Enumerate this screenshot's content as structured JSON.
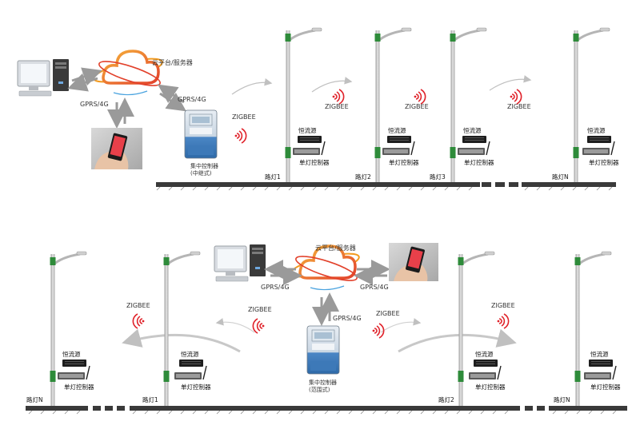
{
  "colors": {
    "ground": "#3a3a3a",
    "pole": "#c8c8c8",
    "pole_green": "#2e8b3a",
    "arrow_gray": "#8a8a8a",
    "signal_red": "#e0232b",
    "cloud_orange": "#f39a1e",
    "cloud_red": "#e2412b",
    "device_blue": "#4a86c5"
  },
  "icons": [
    "computer-icon",
    "cloud-icon",
    "phone-icon",
    "concentrator-icon",
    "zigbee-signal-icon",
    "streetlight-icon",
    "driver-box-icon"
  ],
  "top": {
    "cloud_label": "云平台/服务器",
    "link_pc_label": "GPRS/4G",
    "link_concentrator_label": "GPRS/4G",
    "concentrator_label_1": "集中控制器",
    "concentrator_label_2": "(中继式)",
    "zigbee_main_label": "ZIGBEE",
    "zigbee_labels": [
      "ZIGBEE",
      "ZIGBEE",
      "ZIGBEE"
    ],
    "poles": [
      {
        "name": "路灯1",
        "driver": "恒流源",
        "controller": "单灯控制器"
      },
      {
        "name": "路灯2",
        "driver": "恒流源",
        "controller": "单灯控制器"
      },
      {
        "name": "路灯3",
        "driver": "恒流源",
        "controller": "单灯控制器"
      },
      {
        "name": "路灯N",
        "driver": "恒流源",
        "controller": "单灯控制器"
      }
    ]
  },
  "bottom": {
    "cloud_label": "云平台/服务器",
    "link_pc_label": "GPRS/4G",
    "link_phone_label": "GPRS/4G",
    "link_concentrator_label": "GPRS/4G",
    "concentrator_label_1": "集中控制器",
    "concentrator_label_2": "(范围式)",
    "zigbee_labels": [
      "ZIGBEE",
      "ZIGBEE",
      "ZIGBEE",
      "ZIGBEE"
    ],
    "poles": [
      {
        "name": "路灯N",
        "driver": "恒流源",
        "controller": "单灯控制器"
      },
      {
        "name": "路灯1",
        "driver": "恒流源",
        "controller": "单灯控制器"
      },
      {
        "name": "路灯2",
        "driver": "恒流源",
        "controller": "单灯控制器"
      },
      {
        "name": "路灯N",
        "driver": "恒流源",
        "controller": "单灯控制器"
      }
    ]
  }
}
